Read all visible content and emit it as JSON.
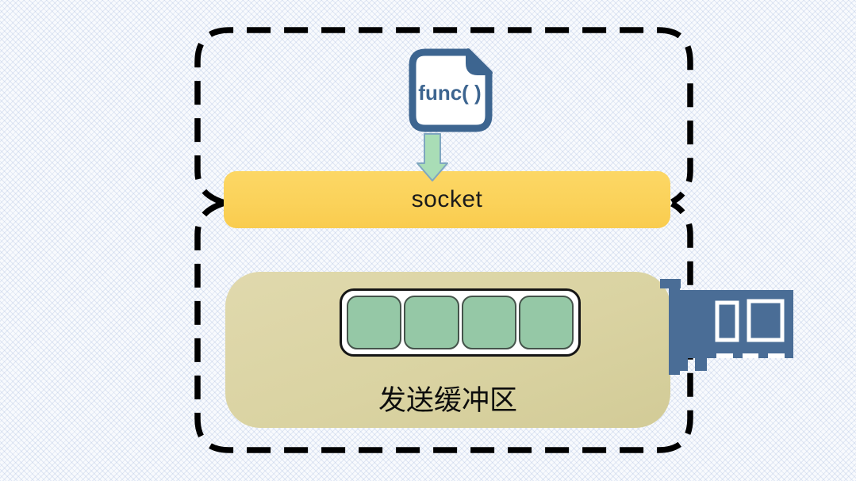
{
  "diagram": {
    "description": "socket send-path diagram",
    "func_document": {
      "label": "func( )"
    },
    "socket_bar": {
      "label": "socket"
    },
    "send_buffer": {
      "label": "发送缓冲区",
      "block_count": 4
    },
    "colors": {
      "socket_yellow": "#FBD25A",
      "buffer_tan": "#DAD3A2",
      "block_green": "#95C8A6",
      "arrow_green_fill": "#A9DDB6",
      "arrow_blue_stroke": "#7FA6C0",
      "document_blue": "#3D6590",
      "nic_blue": "#4A6D96",
      "dashed_border": "#000000",
      "label_text": "#1A1A1A",
      "background": "#F8FAFD"
    }
  }
}
